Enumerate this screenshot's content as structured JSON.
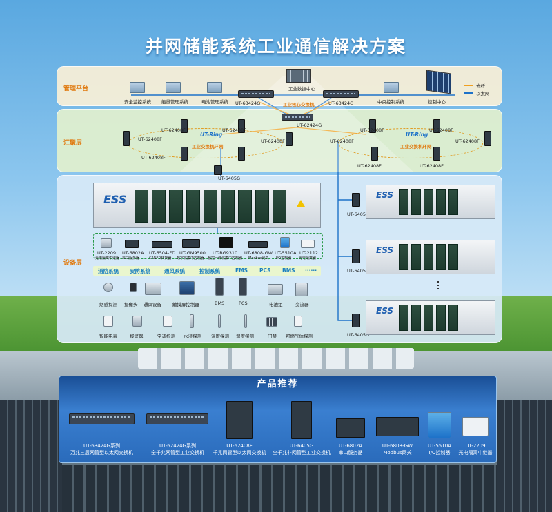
{
  "title": "并网储能系统工业通信解决方案",
  "layers": {
    "mgmt": "管理平台",
    "agg": "汇聚层",
    "dev": "设备层"
  },
  "legend": {
    "fiber": "光纤",
    "ethernet": "以太网"
  },
  "colors": {
    "fiber": "#f0a020",
    "ethernet": "#1d72c9",
    "accent": "#e07a10",
    "panel_blue": "#2a6bbb"
  },
  "mgmt_nodes": [
    "安全监控系统",
    "能量管理系统",
    "电池管理系统",
    "工业数据中心",
    "中央控制系统",
    "控制中心"
  ],
  "core_switches": {
    "left": "UT-63424G",
    "right": "UT-63424G",
    "label": "工业核心交换机"
  },
  "agg_center": "UT-62424G",
  "ring_left": {
    "brand": "UT-Ring",
    "label": "工业交换机环网",
    "nodes": [
      "UT-62408F",
      "UT-62408F",
      "UT-62408F",
      "UT-62408F",
      "UT-62408F"
    ]
  },
  "ring_right": {
    "brand": "UT-Ring",
    "label": "工业交换机环网",
    "nodes": [
      "UT-62408F",
      "UT-62408F",
      "UT-62408F",
      "UT-62408F",
      "UT-62408F",
      "UT-62408F"
    ]
  },
  "ess_label": "ESS",
  "uplink_switch": "UT-6405G",
  "side_switches": [
    "UT-6405G",
    "UT-6405G",
    "UT-6405G"
  ],
  "dev_products": [
    {
      "model": "UT-2209",
      "desc": "光电隔离中继器"
    },
    {
      "model": "UT-6802A",
      "desc": "串口服务器"
    },
    {
      "model": "UT-6504-FD",
      "desc": "CANFD转换器"
    },
    {
      "model": "UT-GM9500",
      "desc": "数字化集中控制器"
    },
    {
      "model": "UT-BG9310",
      "desc": "触控一体化集中控制器"
    },
    {
      "model": "UT-6808-GW",
      "desc": "Modbus网关"
    },
    {
      "model": "UT-5510A",
      "desc": "I/O控制器"
    },
    {
      "model": "UT-2112",
      "desc": "光电隔离器"
    }
  ],
  "categories": [
    "消防系统",
    "安防系统",
    "通风系统",
    "控制系统",
    "EMS",
    "PCS",
    "BMS",
    "······"
  ],
  "equip_row1": [
    "烟感探测",
    "摄像头",
    "通风设备",
    "触摸屏控制器",
    "BMS",
    "PCS",
    "电池组",
    "变流器"
  ],
  "equip_row2": [
    "智能电表",
    "报警器",
    "空调检测",
    "水浸探测",
    "温度探测",
    "湿度探测",
    "门禁",
    "可燃气体探测"
  ],
  "recommend": {
    "title": "产品推荐",
    "items": [
      {
        "model": "UT-63424G系列",
        "desc": "万兆三层网管型以太网交换机"
      },
      {
        "model": "UT-62424G系列",
        "desc": "全千兆网管型工业交换机"
      },
      {
        "model": "UT-62408F",
        "desc": "千兆网管型以太网交换机"
      },
      {
        "model": "UT-6405G",
        "desc": "全千兆非网管型工业交换机"
      },
      {
        "model": "UT-6802A",
        "desc": "串口服务器"
      },
      {
        "model": "UT-6808-GW",
        "desc": "Modbus网关"
      },
      {
        "model": "UT-5510A",
        "desc": "I/O控制器"
      },
      {
        "model": "UT-2209",
        "desc": "光电隔离中继器"
      }
    ]
  }
}
